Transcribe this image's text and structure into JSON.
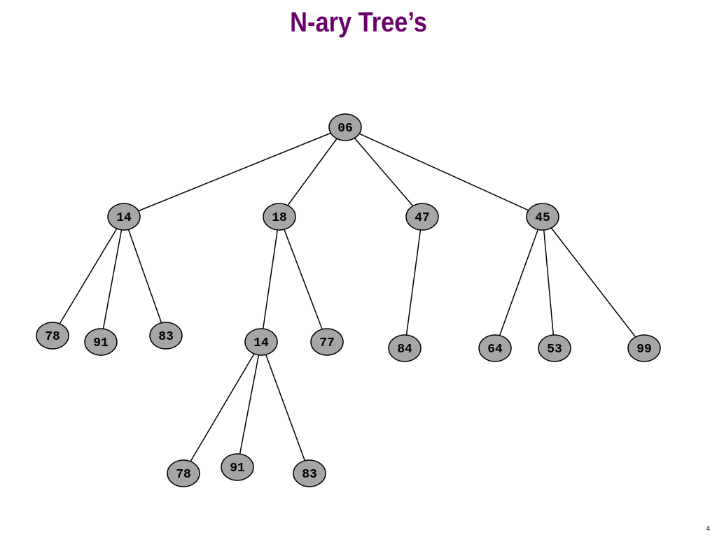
{
  "title": "N-ary Tree’s",
  "page_number": "4",
  "colors": {
    "title": "#6b006b",
    "node_fill": "#a6a6a6",
    "node_stroke": "#000000",
    "edge": "#000000"
  },
  "tree": {
    "nodes": [
      {
        "id": "n-06",
        "label": "06"
      },
      {
        "id": "n-14a",
        "label": "14"
      },
      {
        "id": "n-18",
        "label": "18"
      },
      {
        "id": "n-47",
        "label": "47"
      },
      {
        "id": "n-45",
        "label": "45"
      },
      {
        "id": "n-78a",
        "label": "78"
      },
      {
        "id": "n-91a",
        "label": "91"
      },
      {
        "id": "n-83a",
        "label": "83"
      },
      {
        "id": "n-14b",
        "label": "14"
      },
      {
        "id": "n-77",
        "label": "77"
      },
      {
        "id": "n-84",
        "label": "84"
      },
      {
        "id": "n-64",
        "label": "64"
      },
      {
        "id": "n-53",
        "label": "53"
      },
      {
        "id": "n-99",
        "label": "99"
      },
      {
        "id": "n-78b",
        "label": "78"
      },
      {
        "id": "n-91b",
        "label": "91"
      },
      {
        "id": "n-83b",
        "label": "83"
      }
    ],
    "edges": [
      [
        "n-06",
        "n-14a"
      ],
      [
        "n-06",
        "n-18"
      ],
      [
        "n-06",
        "n-47"
      ],
      [
        "n-06",
        "n-45"
      ],
      [
        "n-14a",
        "n-78a"
      ],
      [
        "n-14a",
        "n-91a"
      ],
      [
        "n-14a",
        "n-83a"
      ],
      [
        "n-18",
        "n-14b"
      ],
      [
        "n-18",
        "n-77"
      ],
      [
        "n-47",
        "n-84"
      ],
      [
        "n-45",
        "n-64"
      ],
      [
        "n-45",
        "n-53"
      ],
      [
        "n-45",
        "n-99"
      ],
      [
        "n-14b",
        "n-78b"
      ],
      [
        "n-14b",
        "n-91b"
      ],
      [
        "n-14b",
        "n-83b"
      ]
    ]
  }
}
